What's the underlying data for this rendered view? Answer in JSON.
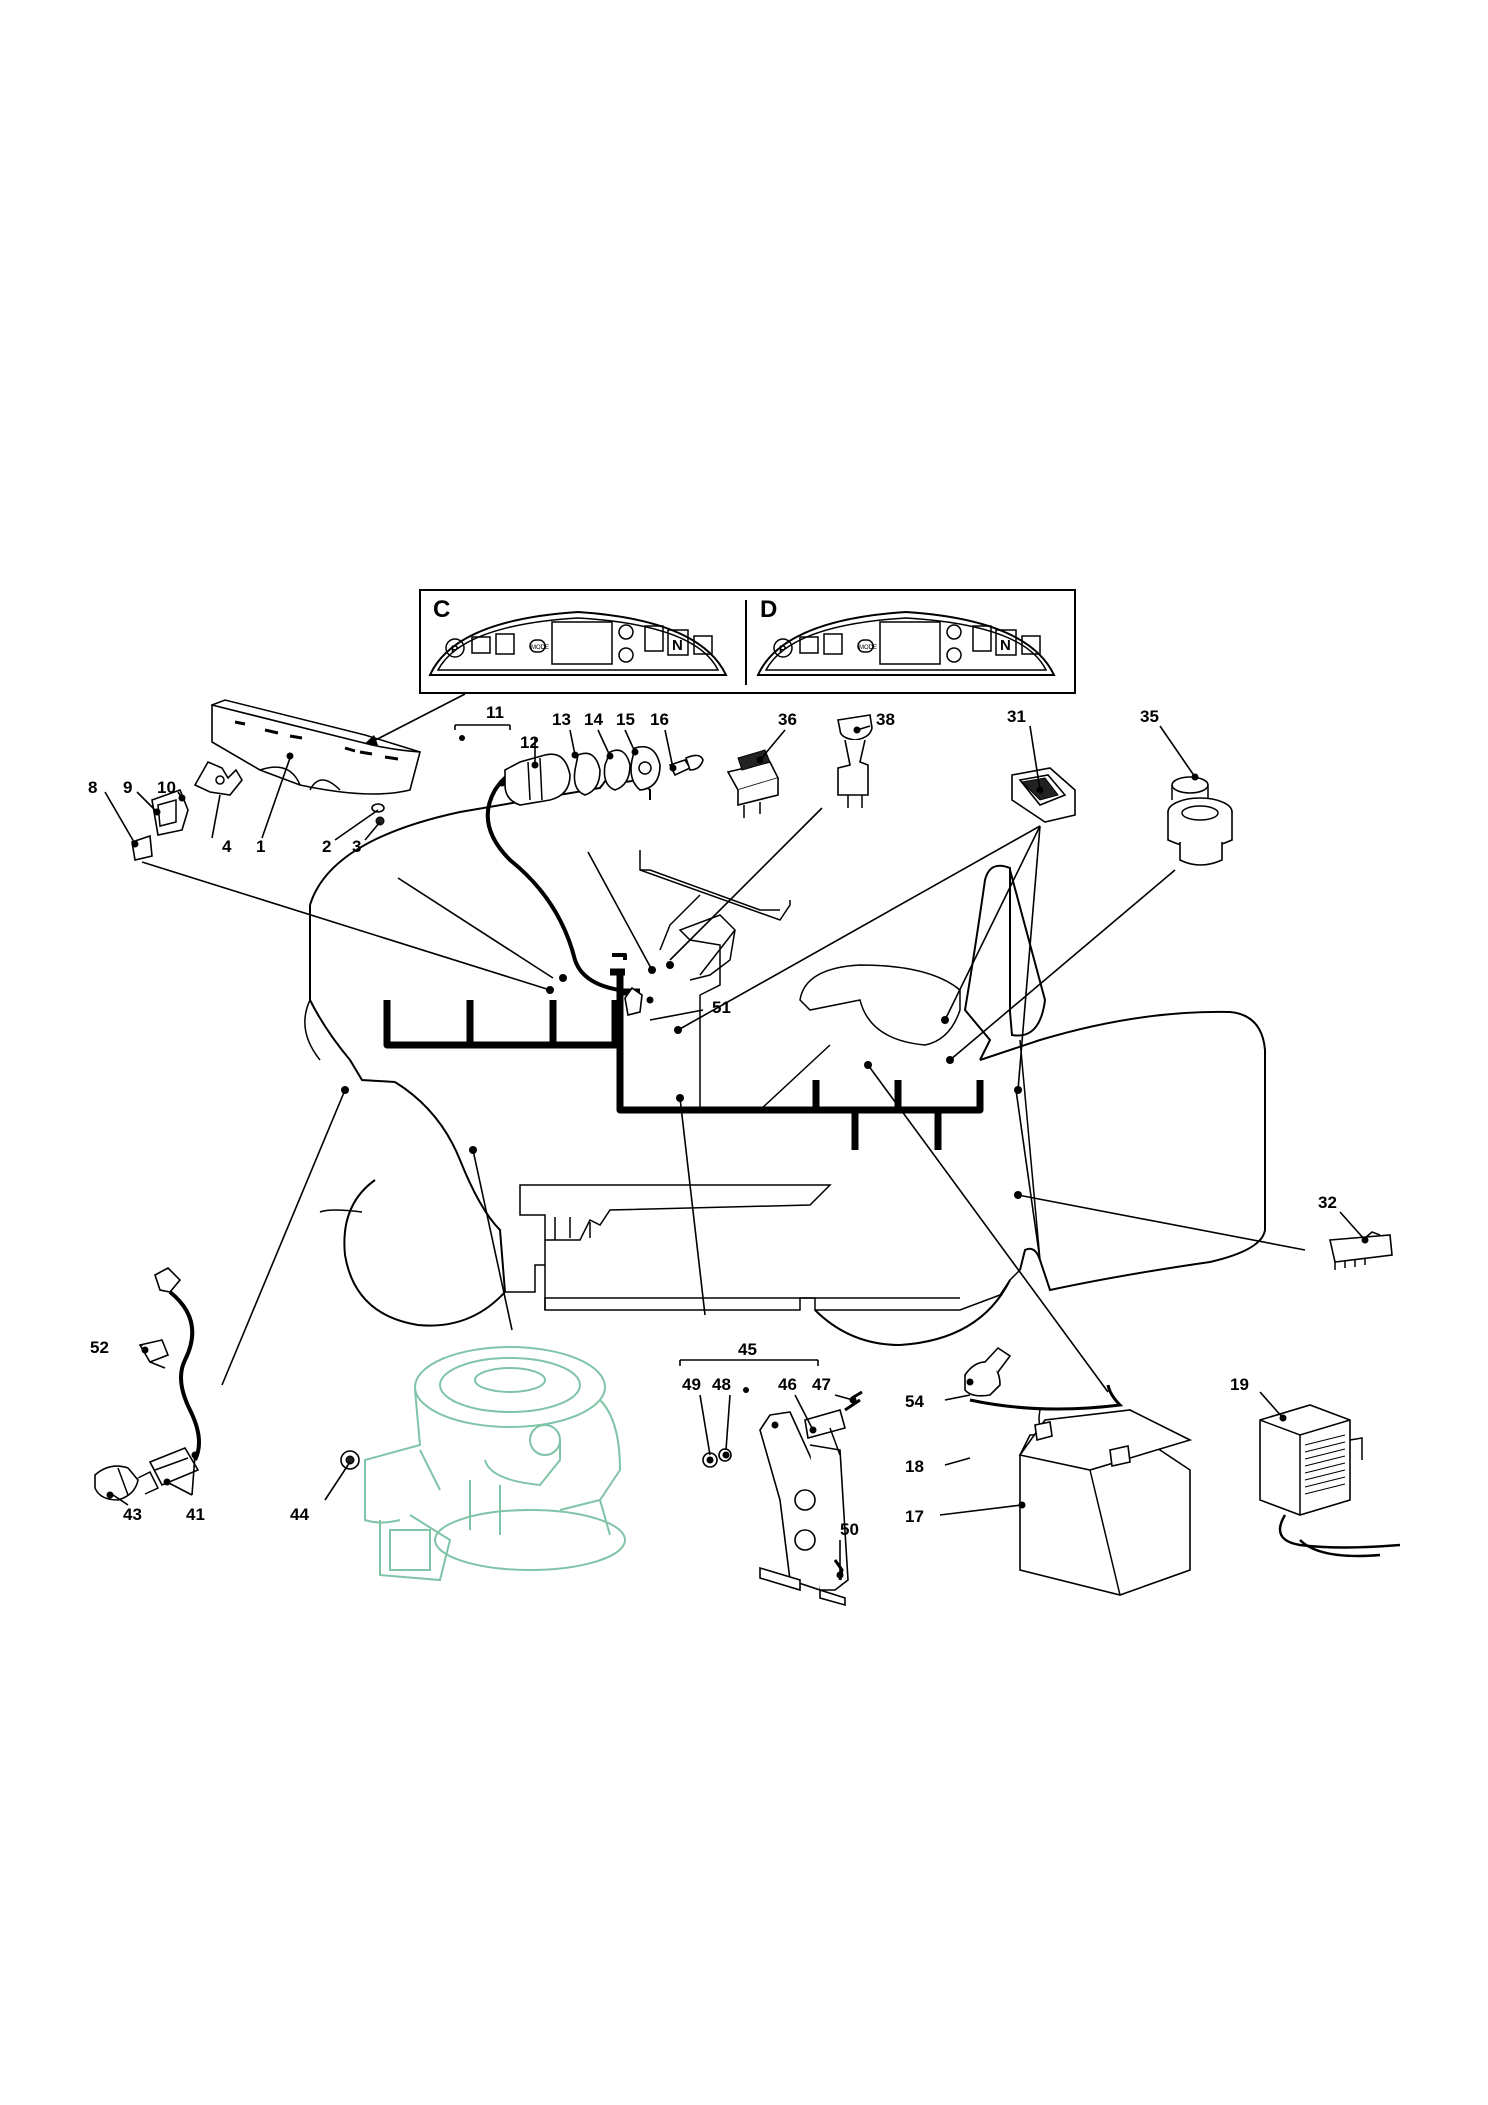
{
  "panels": [
    {
      "letter": "C",
      "mode_label": "MODE",
      "neutral_label": "N"
    },
    {
      "letter": "D",
      "mode_label": "MODE",
      "neutral_label": "N"
    }
  ],
  "callouts": {
    "c1": "1",
    "c2": "2",
    "c3": "3",
    "c4": "4",
    "c8": "8",
    "c9": "9",
    "c10": "10",
    "c11": "11",
    "c12": "12",
    "c13": "13",
    "c14": "14",
    "c15": "15",
    "c16": "16",
    "c17": "17",
    "c18": "18",
    "c19": "19",
    "c31": "31",
    "c32": "32",
    "c35": "35",
    "c36": "36",
    "c38": "38",
    "c41": "41",
    "c43": "43",
    "c44": "44",
    "c45": "45",
    "c46": "46",
    "c47": "47",
    "c48": "48",
    "c49": "49",
    "c50": "50",
    "c51": "51",
    "c52": "52",
    "c54": "54"
  },
  "colors": {
    "line": "#000000",
    "engine_ghost": "#7fc4a6",
    "background": "#ffffff"
  }
}
